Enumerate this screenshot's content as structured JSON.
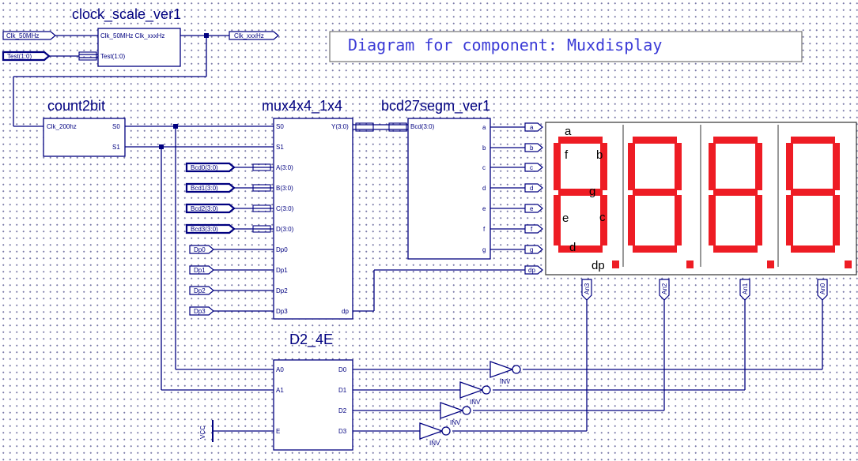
{
  "banner": {
    "text": "Diagram for component:  Muxdisplay"
  },
  "blocks": {
    "clock": {
      "title": "clock_scale_ver1",
      "pins": [
        "Clk_50MHz Clk_xxxHz",
        "Test(1:0)"
      ]
    },
    "count": {
      "title": "count2bit",
      "pins": [
        "Clk_200hz",
        "S0",
        "S1"
      ]
    },
    "mux": {
      "title": "mux4x4_1x4",
      "pins": [
        "S0",
        "S1",
        "A(3:0)",
        "B(3:0)",
        "C(3:0)",
        "D(3:0)",
        "Dp0",
        "Dp1",
        "Dp2",
        "Dp3",
        "Y(3:0)",
        "dp"
      ]
    },
    "bcd": {
      "title": "bcd27segm_ver1",
      "pins": [
        "Bcd(3:0)",
        "a",
        "b",
        "c",
        "d",
        "e",
        "f",
        "g"
      ]
    },
    "dec": {
      "title": "D2_4E",
      "pins": [
        "A0",
        "A1",
        "E",
        "D0",
        "D1",
        "D2",
        "D3"
      ]
    }
  },
  "ports": {
    "clk50": "Clk_50MHz",
    "test": "Test(1:0)",
    "clkxxx": "Clk_xxxHz",
    "bcd": [
      "Bcd0(3:0)",
      "Bcd1(3:0)",
      "Bcd2(3:0)",
      "Bcd3(3:0)"
    ],
    "dp": [
      "Dp0",
      "Dp1",
      "Dp2",
      "Dp3"
    ],
    "segs": [
      "a",
      "b",
      "c",
      "d",
      "e",
      "f",
      "g",
      "dp"
    ],
    "an": [
      "An3",
      "An2",
      "An1",
      "An0"
    ],
    "vcc": "VCC"
  },
  "inverters": [
    "INV",
    "INV",
    "INV",
    "INV"
  ],
  "display": {
    "segment_labels": [
      "a",
      "f",
      "b",
      "g",
      "e",
      "c",
      "d",
      "dp"
    ],
    "segment_color": "#ee1c24"
  },
  "colors": {
    "wire": "#000080",
    "banner_text": "#3a3ad6"
  }
}
